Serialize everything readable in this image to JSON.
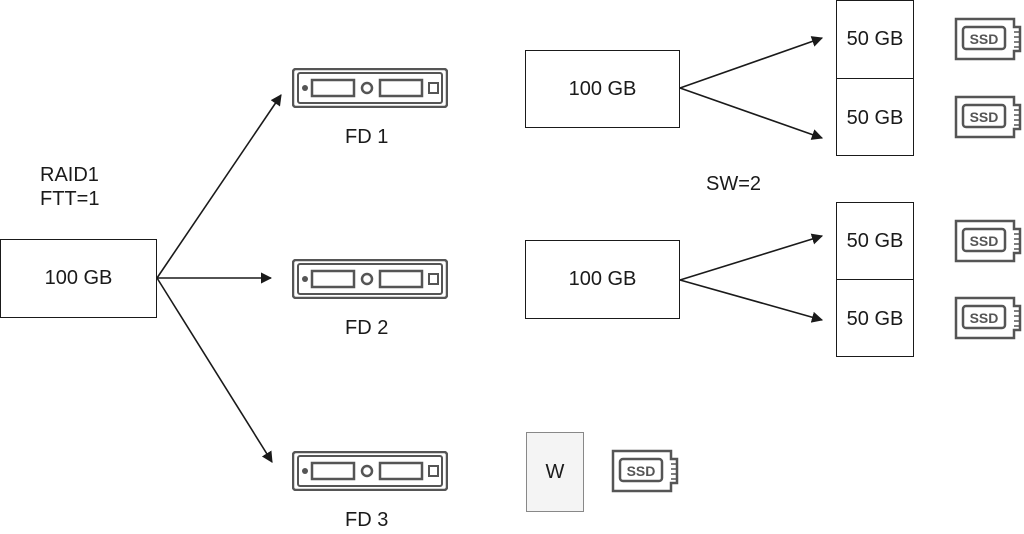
{
  "raid_label_line1": "RAID1",
  "raid_label_line2": "FTT=1",
  "source_object": "100 GB",
  "fault_domains": [
    {
      "label": "FD 1",
      "icon": "server-icon"
    },
    {
      "label": "FD 2",
      "icon": "server-icon"
    },
    {
      "label": "FD 3",
      "icon": "server-icon"
    }
  ],
  "replicas": [
    {
      "size": "100 GB",
      "components": [
        "50 GB",
        "50 GB"
      ]
    },
    {
      "size": "100 GB",
      "components": [
        "50 GB",
        "50 GB"
      ]
    }
  ],
  "stripe_label": "SW=2",
  "witness": "W",
  "ssd_label": "SSD"
}
